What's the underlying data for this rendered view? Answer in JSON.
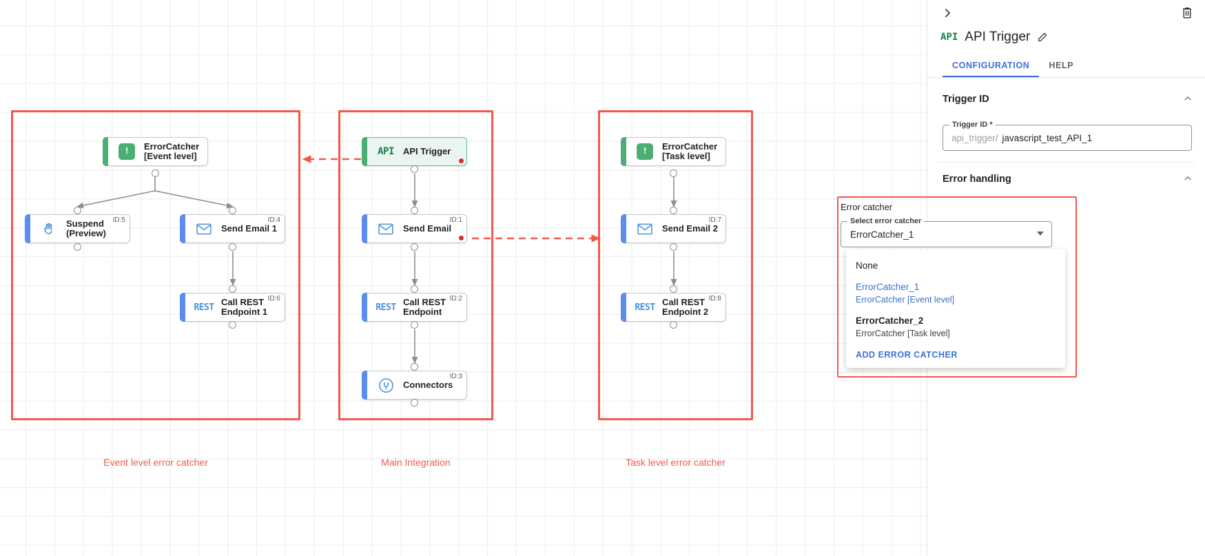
{
  "canvas": {
    "groups": [
      {
        "label": "Event level error catcher"
      },
      {
        "label": "Main Integration"
      },
      {
        "label": "Task level error catcher"
      }
    ],
    "nodes": [
      {
        "label": "ErrorCatcher\n[Event level]",
        "id": "",
        "icon": "error-catcher-icon"
      },
      {
        "label": "Suspend\n(Preview)",
        "id": "ID:5",
        "icon": "hand-icon"
      },
      {
        "label": "Send Email 1",
        "id": "ID:4",
        "icon": "envelope-icon"
      },
      {
        "label": "Call REST\nEndpoint 1",
        "id": "ID:6",
        "icon": "rest-icon"
      },
      {
        "label": "API Trigger",
        "id": "",
        "icon": "api-icon"
      },
      {
        "label": "Send Email",
        "id": "ID:1",
        "icon": "envelope-icon"
      },
      {
        "label": "Call REST\nEndpoint",
        "id": "ID:2",
        "icon": "rest-icon"
      },
      {
        "label": "Connectors",
        "id": "ID:3",
        "icon": "connectors-icon"
      },
      {
        "label": "ErrorCatcher\n[Task level]",
        "id": "",
        "icon": "error-catcher-icon"
      },
      {
        "label": "Send Email 2",
        "id": "ID:7",
        "icon": "envelope-icon"
      },
      {
        "label": "Call REST\nEndpoint 2",
        "id": "ID:8",
        "icon": "rest-icon"
      }
    ],
    "icon_text": {
      "api": "API",
      "rest": "REST",
      "bang": "!"
    },
    "colors": {
      "group_red": "#f4584a",
      "trigger_green": "#4caf72",
      "task_blue": "#5b8def",
      "error_dot": "#d32f2f"
    }
  },
  "panel": {
    "collapse_icon": "chevron-right-icon",
    "delete_icon": "trash-icon",
    "badge": "API",
    "title": "API Trigger",
    "edit_icon": "pencil-icon",
    "tabs": [
      {
        "label": "CONFIGURATION",
        "active": true
      },
      {
        "label": "HELP",
        "active": false
      }
    ],
    "trigger_id_section": {
      "heading": "Trigger ID",
      "field_legend": "Trigger ID *",
      "prefix": "api_trigger/",
      "value": "javascript_test_API_1"
    },
    "error_handling_section": {
      "heading": "Error handling",
      "sub_label": "Error catcher",
      "select_legend": "Select error catcher",
      "selected": "ErrorCatcher_1",
      "options": [
        {
          "primary": "None",
          "secondary": "",
          "selected": false,
          "bold": false
        },
        {
          "primary": "ErrorCatcher_1",
          "secondary": "ErrorCatcher [Event level]",
          "selected": true,
          "bold": false
        },
        {
          "primary": "ErrorCatcher_2",
          "secondary": "ErrorCatcher [Task level]",
          "selected": false,
          "bold": true
        }
      ],
      "add_action": "ADD ERROR CATCHER"
    }
  }
}
